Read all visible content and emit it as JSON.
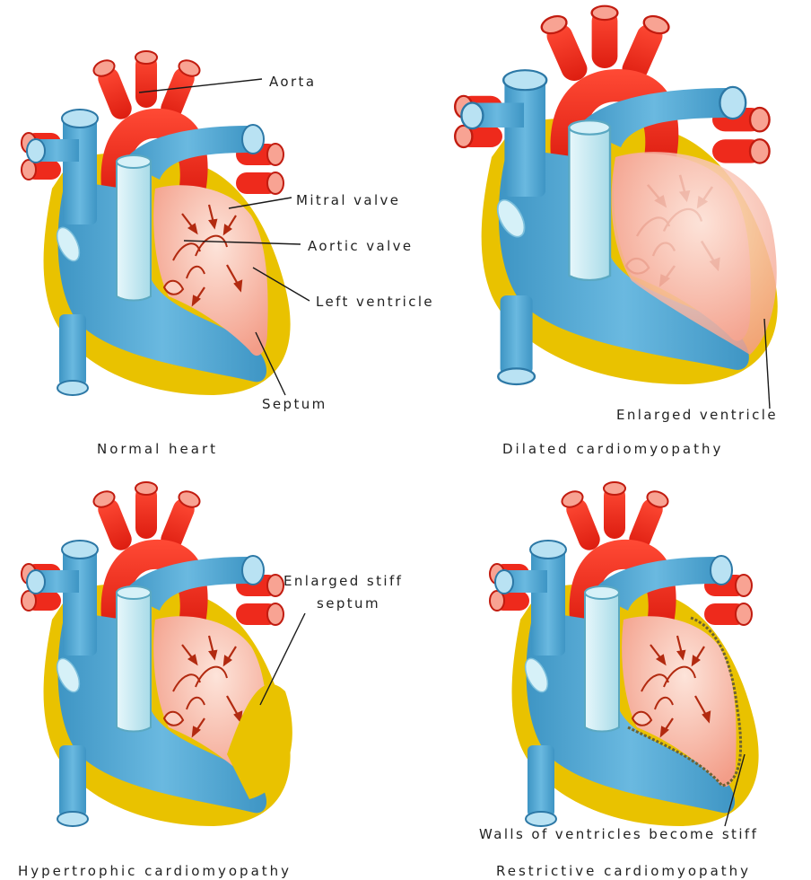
{
  "colors": {
    "aorta": "#ee2a1c",
    "aorta_light": "#f8a393",
    "vein": "#4fa6d3",
    "vein_light": "#b9e2f3",
    "muscle_pericardium": "#e9c200",
    "ventricle": "#f6b2a1",
    "ventricle_dark": "#b22a10",
    "stiff_wall": "#6c6232",
    "text": "#222222"
  },
  "panels": [
    {
      "id": "normal",
      "caption": "Normal heart",
      "labels": {
        "aorta": "Aorta",
        "mitral_valve": "Mitral valve",
        "aortic_valve": "Aortic valve",
        "left_ventricle": "Left ventricle",
        "septum": "Septum"
      }
    },
    {
      "id": "dilated",
      "caption": "Dilated cardiomyopathy",
      "labels": {
        "enlarged_ventricle": "Enlarged ventricle"
      }
    },
    {
      "id": "hypertrophic",
      "caption": "Hypertrophic cardiomyopathy",
      "labels": {
        "enlarged_stiff_septum_line1": "Enlarged stiff",
        "enlarged_stiff_septum_line2": "septum"
      }
    },
    {
      "id": "restrictive",
      "caption": "Restrictive cardiomyopathy",
      "labels": {
        "walls_stiff": "Walls of ventricles become stiff"
      }
    }
  ]
}
